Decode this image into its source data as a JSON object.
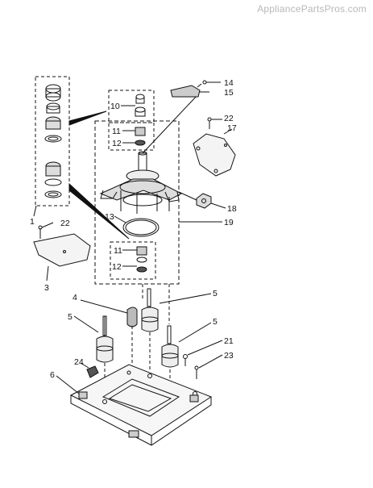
{
  "watermark": "AppliancePartsPros.com",
  "callouts": {
    "c1": "1",
    "c3": "3",
    "c4": "4",
    "c5a": "5",
    "c5b": "5",
    "c5c": "5",
    "c6": "6",
    "c10": "10",
    "c11a": "11",
    "c11b": "11",
    "c12a": "12",
    "c12b": "12",
    "c13": "13",
    "c14": "14",
    "c15": "15",
    "c17": "17",
    "c18": "18",
    "c19": "19",
    "c21": "21",
    "c22a": "22",
    "c22b": "22",
    "c23": "23",
    "c24": "24"
  }
}
